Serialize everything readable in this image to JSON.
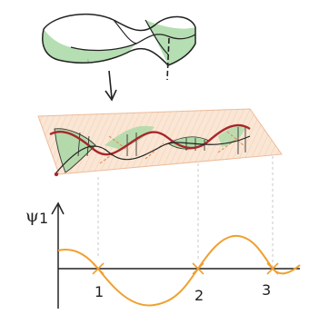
{
  "figure": {
    "colors": {
      "ink": "#222222",
      "ribbon_fill": "#a8d8a4",
      "plane_fill": "#f6d2b4",
      "plane_hatch": "#e0874a",
      "red_curve": "#a8262a",
      "graph_curve": "#f0a030",
      "guide_line": "#bbbbbb"
    },
    "icons": {
      "twisted_band": "mobius-band-icon",
      "arrow": "down-arrow-icon"
    },
    "graph": {
      "y_label": "ψ",
      "y_subscript": "1",
      "tick_labels": [
        "1",
        "2",
        "3"
      ]
    }
  }
}
